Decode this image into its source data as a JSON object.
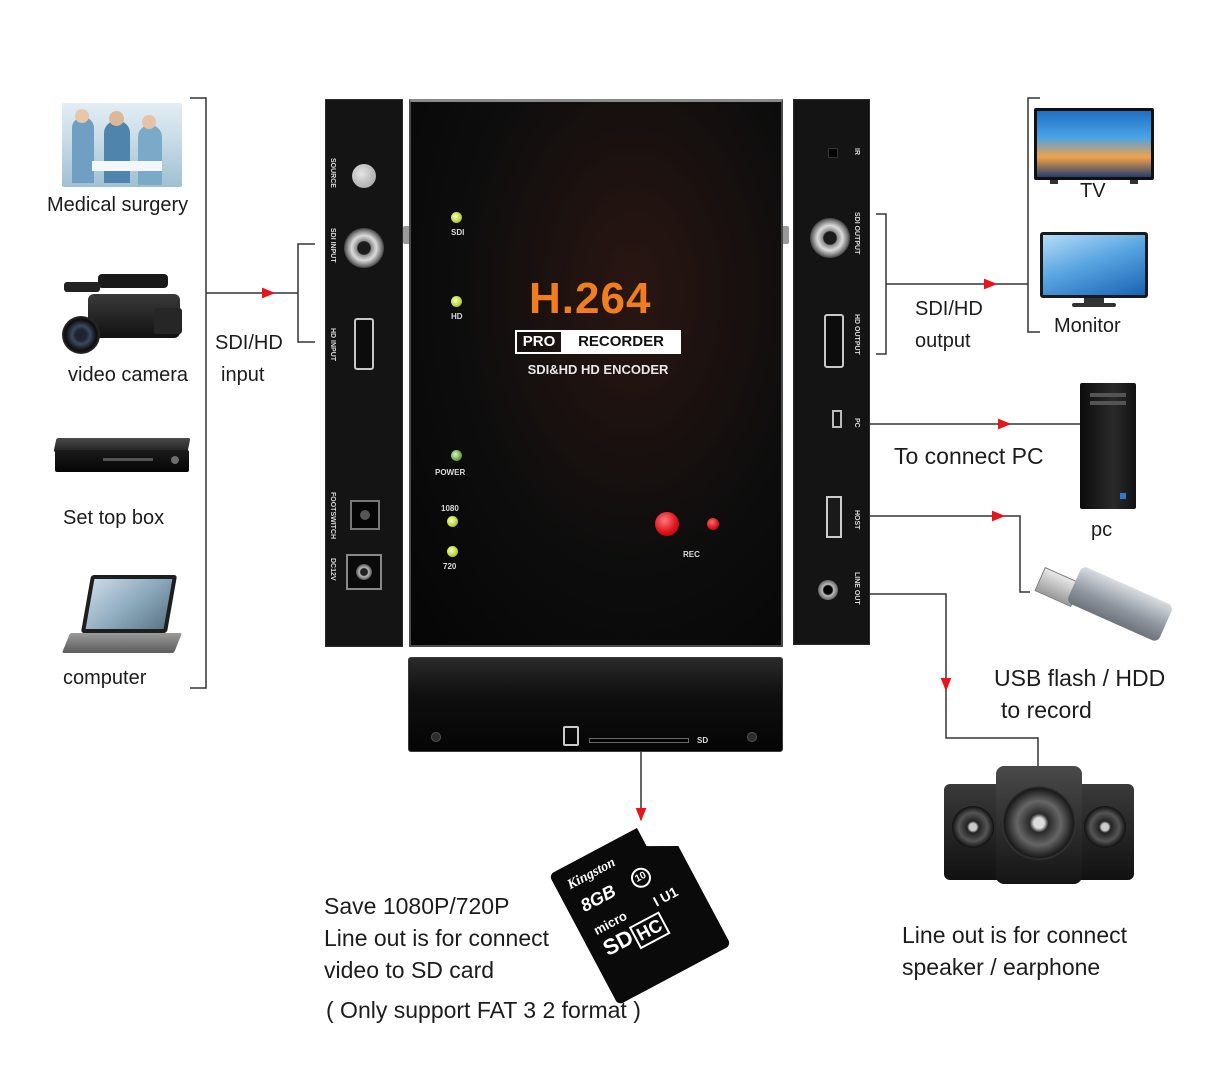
{
  "inputs": {
    "medical_surgery": "Medical surgery",
    "video_camera": "video camera",
    "set_top_box": "Set top box",
    "computer": "computer"
  },
  "input_label": {
    "line1": "SDI/HD",
    "line2": "input"
  },
  "left_panel": {
    "source": "SOURCE",
    "sdi_input": "SDI INPUT",
    "hd_input": "HD INPUT",
    "foot_switch": "FOOTSWITCH",
    "dc12v": "DC12V"
  },
  "front": {
    "title": "H.264",
    "pro": "PRO",
    "recorder": "RECORDER",
    "subtitle": "SDI&HD HD ENCODER",
    "led_sdi": "SDI",
    "led_hd": "HD",
    "led_power": "POWER",
    "led_1080": "1080",
    "led_720": "720",
    "rec": "REC"
  },
  "right_panel": {
    "ir": "IR",
    "sdi_output": "SDI OUTPUT",
    "hd_output": "HD OUTPUT",
    "pc": "PC",
    "host": "HOST",
    "line_out": "LINE OUT"
  },
  "sd_slot": {
    "label": "SD"
  },
  "outputs": {
    "tv": "TV",
    "monitor": "Monitor",
    "output_label": {
      "line1": "SDI/HD",
      "line2": "output"
    },
    "connect_pc": "To connect PC",
    "pc": "pc",
    "usb": {
      "line1": "USB flash / HDD",
      "line2": "to record"
    },
    "speaker": {
      "line1": "Line out is for connect",
      "line2": "speaker / earphone"
    }
  },
  "sd_card": {
    "brand": "Kingston",
    "size": "8GB",
    "type_line1": "micro",
    "type_line2": "SD",
    "type_line3": "HC",
    "class": "10",
    "uhs": "I U1"
  },
  "sd_note": {
    "line1": "Save 1080P/720P",
    "line2": "Line out is for connect",
    "line3": "video to SD card",
    "line4": "( Only support FAT 3 2 format )"
  },
  "colors": {
    "arrow": "#e8141b",
    "orange_title": "#f07d1e",
    "device_body": "#0f0f0f"
  }
}
